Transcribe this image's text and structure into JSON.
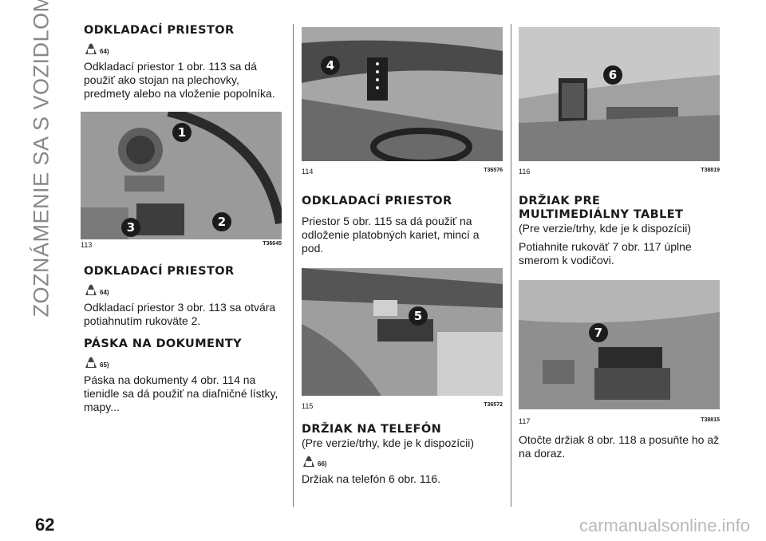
{
  "side_title": "ZOZNÁMENIE SA S VOZIDLOM",
  "page_number": "62",
  "watermark": "carmanualsonline.info",
  "col1": {
    "h1": "ODKLADACÍ PRIESTOR",
    "w1": "64)",
    "p1": "Odkladací priestor 1 obr. 113 sa dá použiť ako stojan na plechovky, predmety alebo na vloženie popolníka.",
    "fig": {
      "num": "113",
      "code": "T36645",
      "callouts": [
        "1",
        "2",
        "3"
      ]
    },
    "h2": "ODKLADACÍ PRIESTOR",
    "w2": "64)",
    "p2": "Odkladací priestor 3 obr. 113 sa otvára potiahnutím rukoväte 2.",
    "h3": "PÁSKA NA DOKUMENTY",
    "w3": "65)",
    "p3": "Páska na dokumenty 4 obr. 114 na tienidle sa dá použiť na diaľničné lístky, mapy..."
  },
  "col2": {
    "fig114": {
      "num": "114",
      "code": "T36576",
      "callout": "4"
    },
    "h1": "ODKLADACÍ PRIESTOR",
    "p1": "Priestor 5 obr. 115 sa dá použiť na odloženie platobných kariet, mincí a pod.",
    "fig115": {
      "num": "115",
      "code": "T36572",
      "callout": "5"
    },
    "h2": "DRŽIAK NA TELEFÓN",
    "sub2": "(Pre verzie/trhy, kde je k dispozícii)",
    "w2": "66)",
    "p2": "Držiak na telefón 6 obr. 116."
  },
  "col3": {
    "fig116": {
      "num": "116",
      "code": "T38819",
      "callout": "6"
    },
    "h1a": "DRŽIAK PRE",
    "h1b": "MULTIMEDIÁLNY TABLET",
    "sub1": "(Pre verzie/trhy, kde je k dispozícii)",
    "p1": "Potiahnite rukoväť 7 obr. 117 úplne smerom k vodičovi.",
    "fig117": {
      "num": "117",
      "code": "T38815",
      "callout": "7"
    },
    "p2": "Otočte držiak 8 obr. 118 a posuňte ho až na doraz."
  }
}
